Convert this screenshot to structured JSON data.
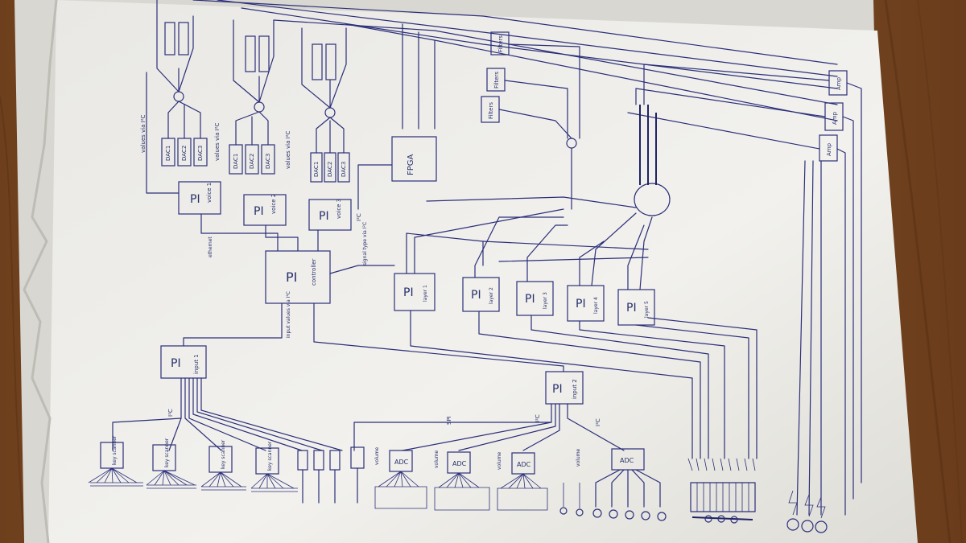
{
  "labels": {
    "pi": "PI",
    "fpga": "FPGA",
    "filters": "Filters",
    "amp": "Amp",
    "dac1": "DAC1",
    "dac2": "DAC2",
    "dac3": "DAC3",
    "adc": "ADC",
    "i2c": "I²C",
    "spi": "SPI",
    "voice1": "voice 1",
    "voice2": "voice 2",
    "voice3": "voice 3",
    "controller": "controller",
    "layer1": "layer 1",
    "layer2": "layer 2",
    "layer3": "layer 3",
    "layer4": "layer 4",
    "layer5": "layer 5",
    "input1": "input 1",
    "input2": "input 2",
    "values_i2c": "values via I²C",
    "key_scanner": "key scanner",
    "volume": "volume",
    "ethernet": "ethernet",
    "signal_type_via_i2c": "signal type via I²C",
    "input_values_via_i2c": "input values via I²C"
  },
  "colors": {
    "paper": "#efeeea",
    "ink": "#2b2f7a",
    "table": "#7a4a22"
  }
}
